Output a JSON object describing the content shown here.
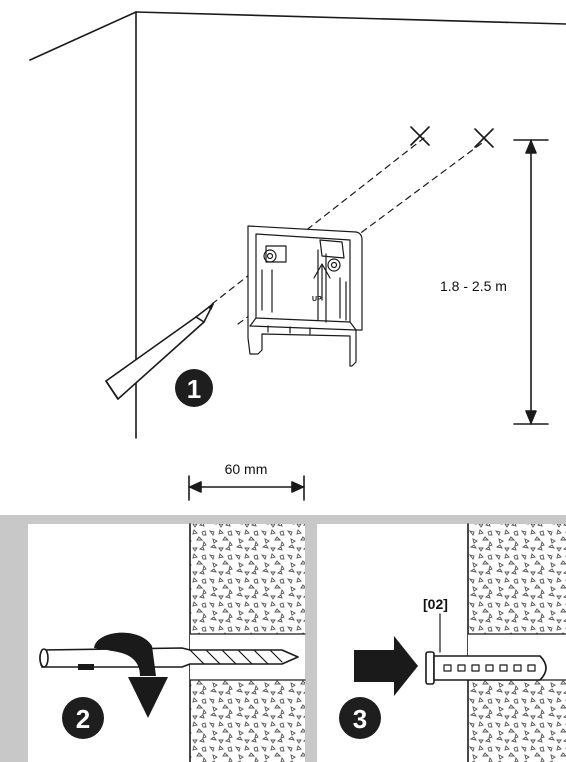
{
  "labels": {
    "height_range": "1.8 - 2.5 m",
    "spacing": "60 mm",
    "part_ref": "[02]",
    "bracket_marking": "UP"
  },
  "steps": [
    {
      "number": "1"
    },
    {
      "number": "2"
    },
    {
      "number": "3"
    }
  ],
  "colors": {
    "panel_border": "#c8c8c8",
    "step_badge": "#1e1e1e"
  }
}
